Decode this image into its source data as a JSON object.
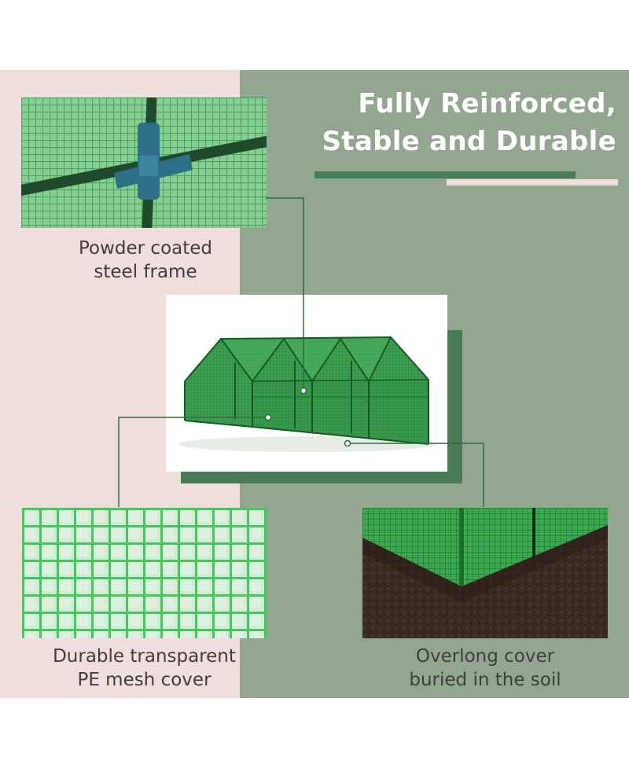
{
  "headline": {
    "line1": "Fully Reinforced,",
    "line2": "Stable and Durable"
  },
  "features": {
    "frame": {
      "line1": "Powder coated",
      "line2": "steel frame"
    },
    "mesh": {
      "line1": "Durable transparent",
      "line2": "PE mesh cover"
    },
    "soil": {
      "line1": "Overlong cover",
      "line2": "buried in the soil"
    }
  },
  "colors": {
    "pink_panel": "#f0dedd",
    "sage_panel": "#93a68f",
    "accent_green": "#4a7a56",
    "mesh_green": "#2f9a45"
  }
}
